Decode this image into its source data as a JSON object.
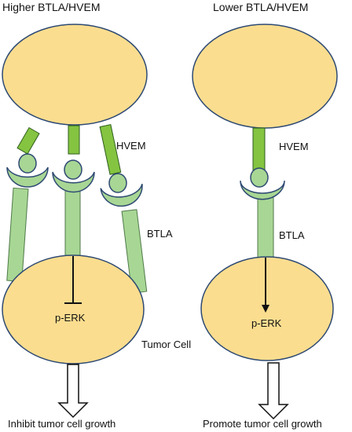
{
  "left_panel": {
    "title": "Higher BTLA/HVEM",
    "hvem_label": "HVEM",
    "btla_label": "BTLA",
    "signal_label": "p-ERK",
    "tumor_cell_label": "Tumor Cell",
    "outcome_label": "Inhibit tumor cell growth"
  },
  "right_panel": {
    "title": "Lower BTLA/HVEM",
    "hvem_label": "HVEM",
    "btla_label": "BTLA",
    "signal_label": "p-ERK",
    "outcome_label": "Promote tumor cell growth"
  },
  "colors": {
    "cell_fill": "#FBDD8F",
    "cell_stroke": "#2E4A73",
    "hvem_fill": "#84C441",
    "hvem_stroke": "#2F5D1D",
    "btla_fill": "#A8D694",
    "btla_stroke": "#4F7A4A"
  }
}
